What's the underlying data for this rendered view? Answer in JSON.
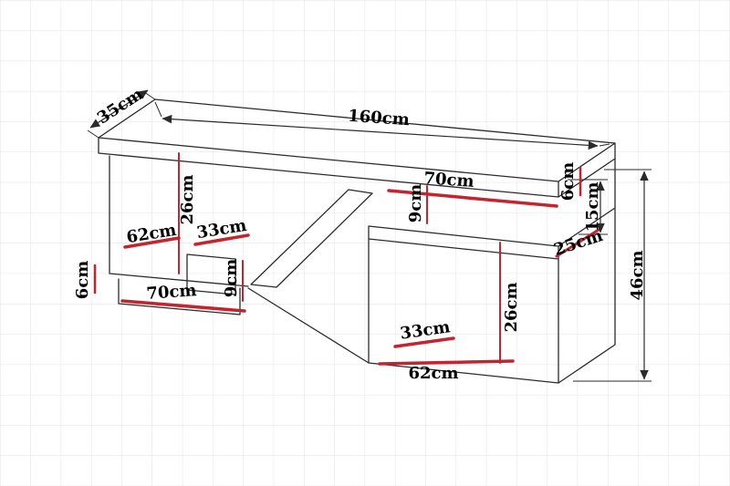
{
  "diagram": {
    "kind": "furniture-dimension-drawing",
    "object": "TV stand wireframe with dimension callouts",
    "unit": "cm"
  },
  "summary": {
    "width_label": "160cm",
    "depth_label": "35cm",
    "height_label": "46cm"
  },
  "colors": {
    "dimension_red": "#c42430",
    "line_black": "#2b2b2b",
    "grid": "#e3e3e3",
    "background": "#ffffff",
    "label_text": "#000000"
  },
  "labels": [
    {
      "id": "depth-top",
      "text": "35cm"
    },
    {
      "id": "width-top",
      "text": "160cm"
    },
    {
      "id": "left-height",
      "text": "26cm"
    },
    {
      "id": "shelf-width-top",
      "text": "70cm"
    },
    {
      "id": "top-thickness",
      "text": "6cm"
    },
    {
      "id": "gap-height",
      "text": "15cm"
    },
    {
      "id": "total-height",
      "text": "46cm"
    },
    {
      "id": "left-width-a",
      "text": "62cm"
    },
    {
      "id": "left-width-b",
      "text": "33cm"
    },
    {
      "id": "left-lip",
      "text": "9cm"
    },
    {
      "id": "mid-lip",
      "text": "9cm"
    },
    {
      "id": "right-depth",
      "text": "25cm"
    },
    {
      "id": "plinth-height",
      "text": "6cm"
    },
    {
      "id": "left-bottom-width",
      "text": "70cm"
    },
    {
      "id": "right-height",
      "text": "26cm"
    },
    {
      "id": "bottom-width-a",
      "text": "33cm"
    },
    {
      "id": "bottom-width-b",
      "text": "62cm"
    }
  ]
}
